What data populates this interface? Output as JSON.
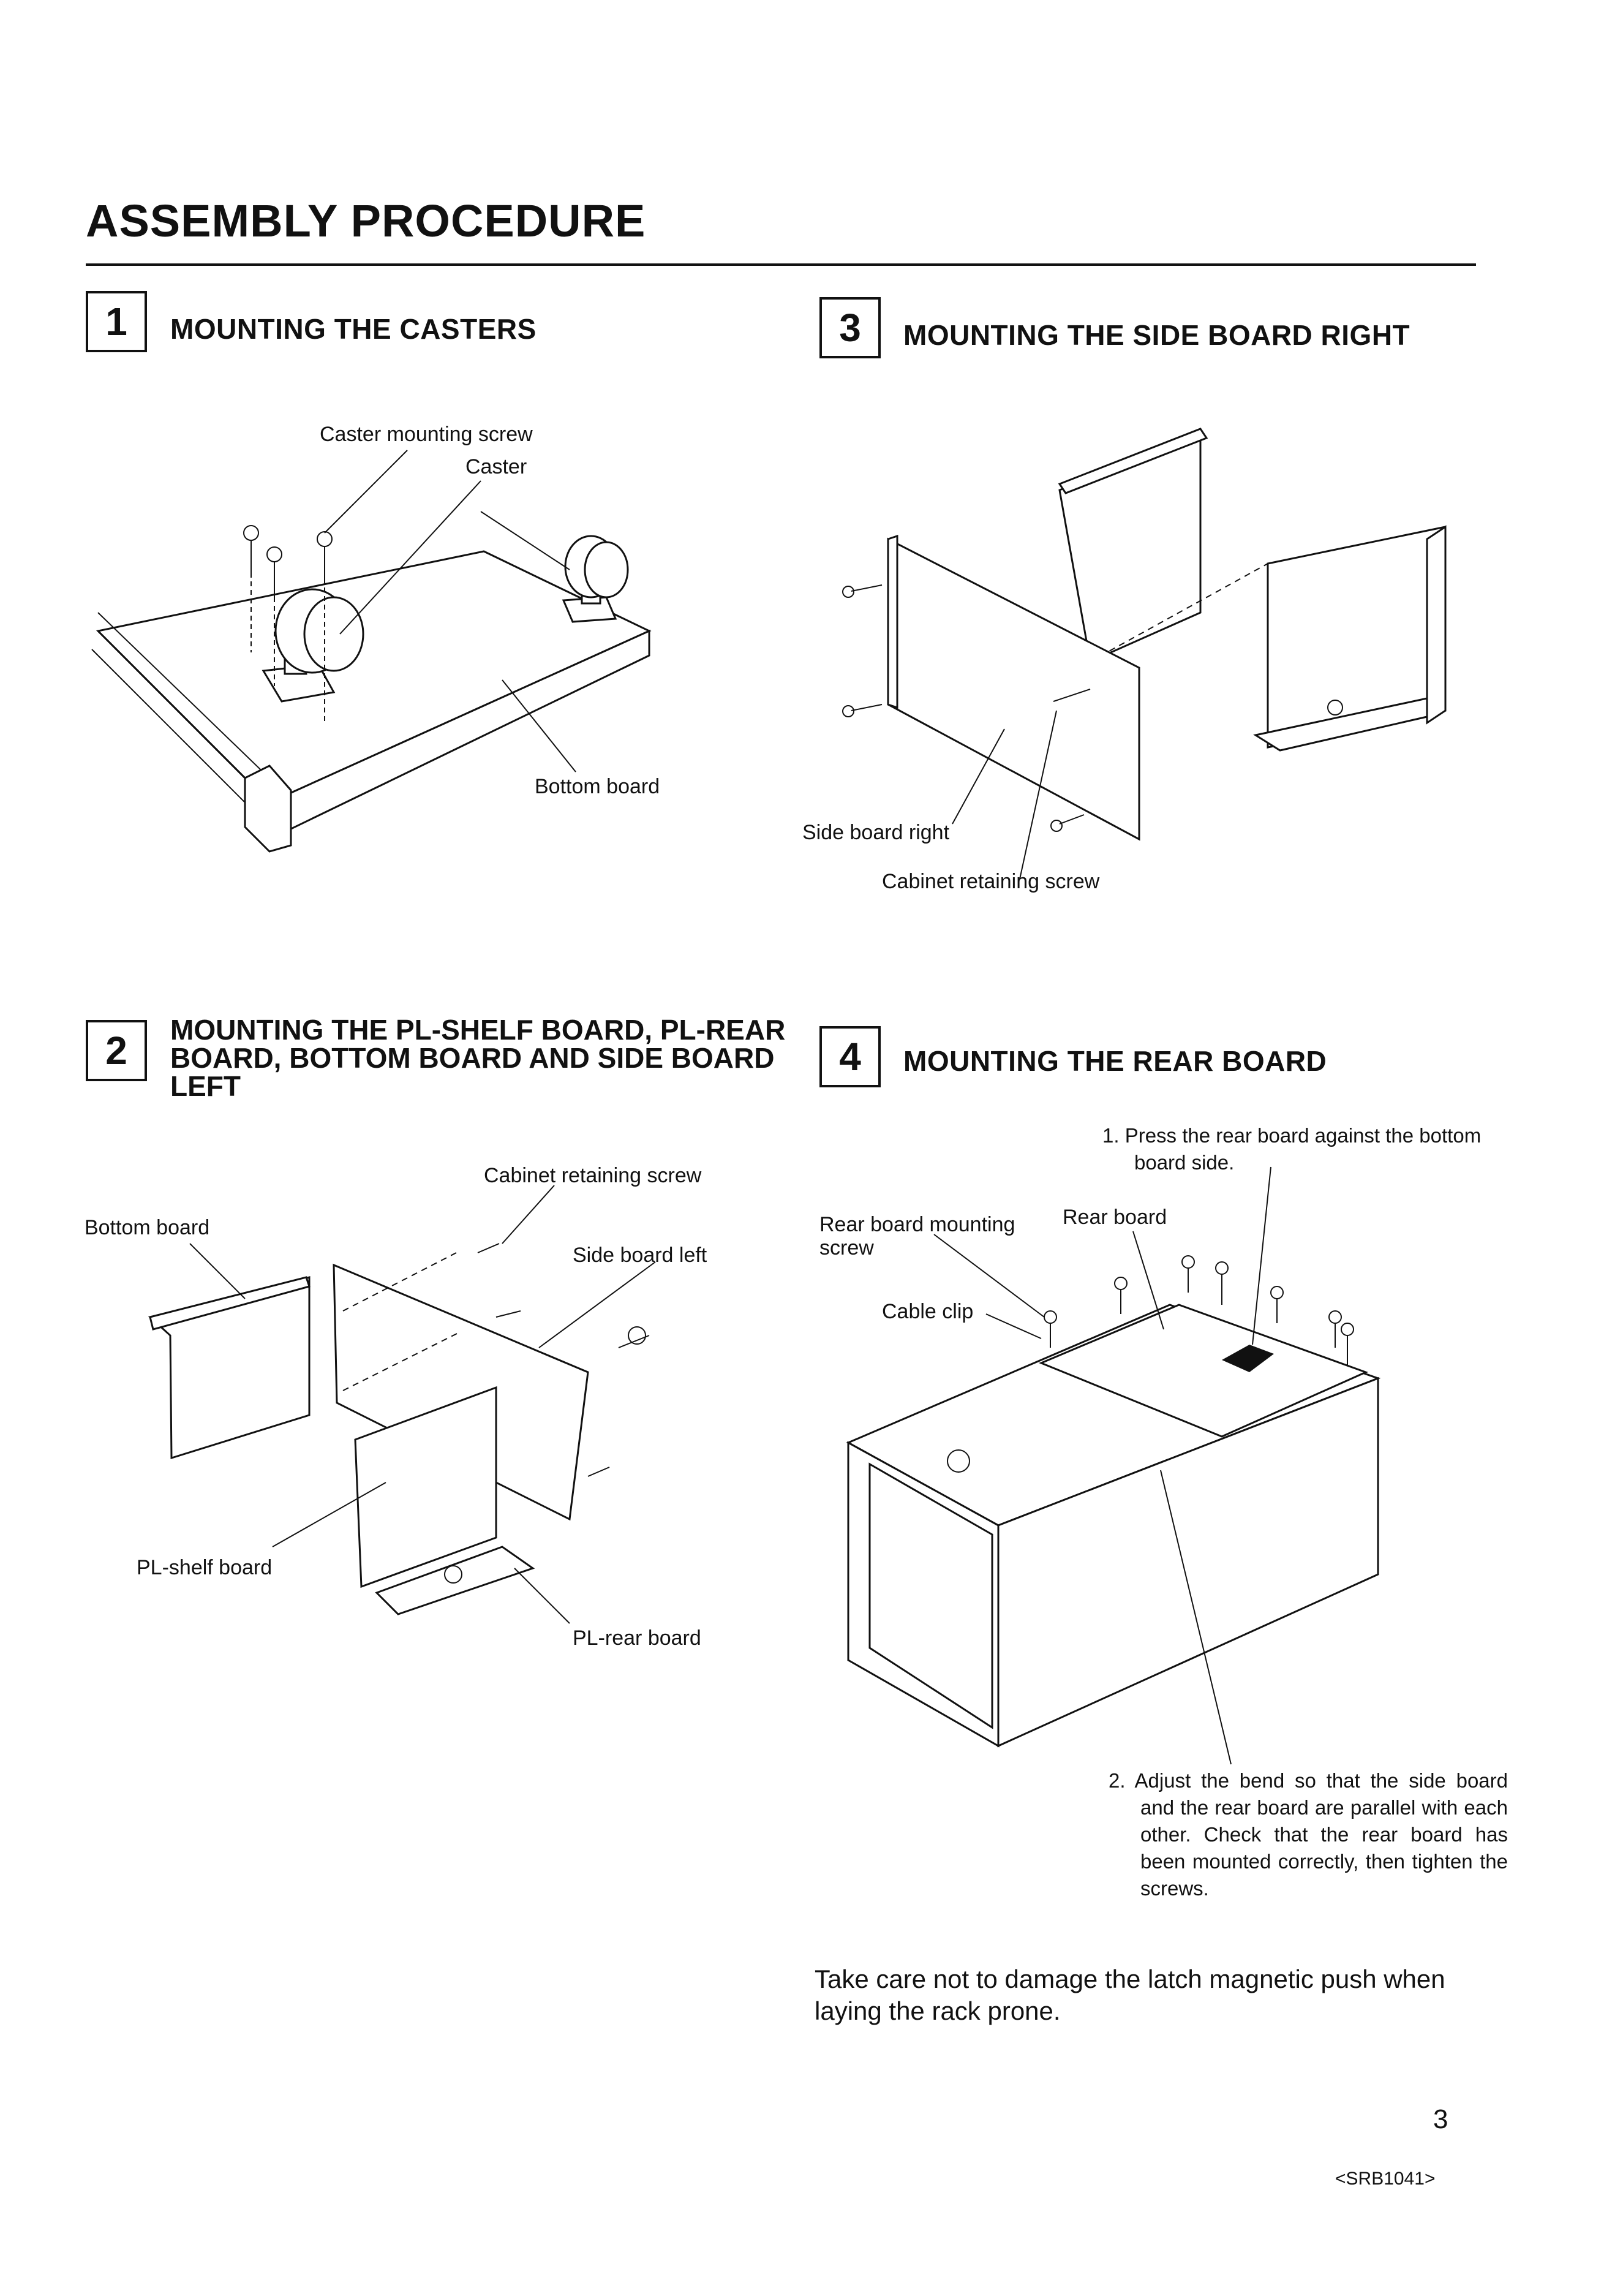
{
  "page": {
    "title": "ASSEMBLY PROCEDURE",
    "page_number": "3",
    "doc_code": "<SRB1041>"
  },
  "steps": [
    {
      "number": "1",
      "title": "MOUNTING THE CASTERS",
      "labels": {
        "caster_mounting_screw": "Caster mounting screw",
        "caster": "Caster",
        "bottom_board": "Bottom board"
      }
    },
    {
      "number": "2",
      "title": "MOUNTING THE PL-SHELF BOARD, PL-REAR BOARD, BOTTOM BOARD AND SIDE BOARD LEFT",
      "labels": {
        "cabinet_retaining_screw": "Cabinet retaining screw",
        "bottom_board": "Bottom board",
        "side_board_left": "Side board left",
        "pl_shelf_board": "PL-shelf board",
        "pl_rear_board": "PL-rear board"
      }
    },
    {
      "number": "3",
      "title": "MOUNTING THE SIDE BOARD RIGHT",
      "labels": {
        "side_board_right": "Side board right",
        "cabinet_retaining_screw": "Cabinet retaining screw"
      }
    },
    {
      "number": "4",
      "title": "MOUNTING THE REAR BOARD",
      "labels": {
        "rear_board_mounting_screw": "Rear board mounting screw",
        "rear_board": "Rear board",
        "cable_clip": "Cable clip"
      },
      "notes": [
        "1. Press the rear board against the bottom board side.",
        "2. Adjust the bend so that the side board and the rear board are parallel with each other. Check that the rear board has been mounted correctly, then tighten the screws."
      ]
    }
  ],
  "caution": "Take care not to damage the latch magnetic push when laying the rack prone."
}
